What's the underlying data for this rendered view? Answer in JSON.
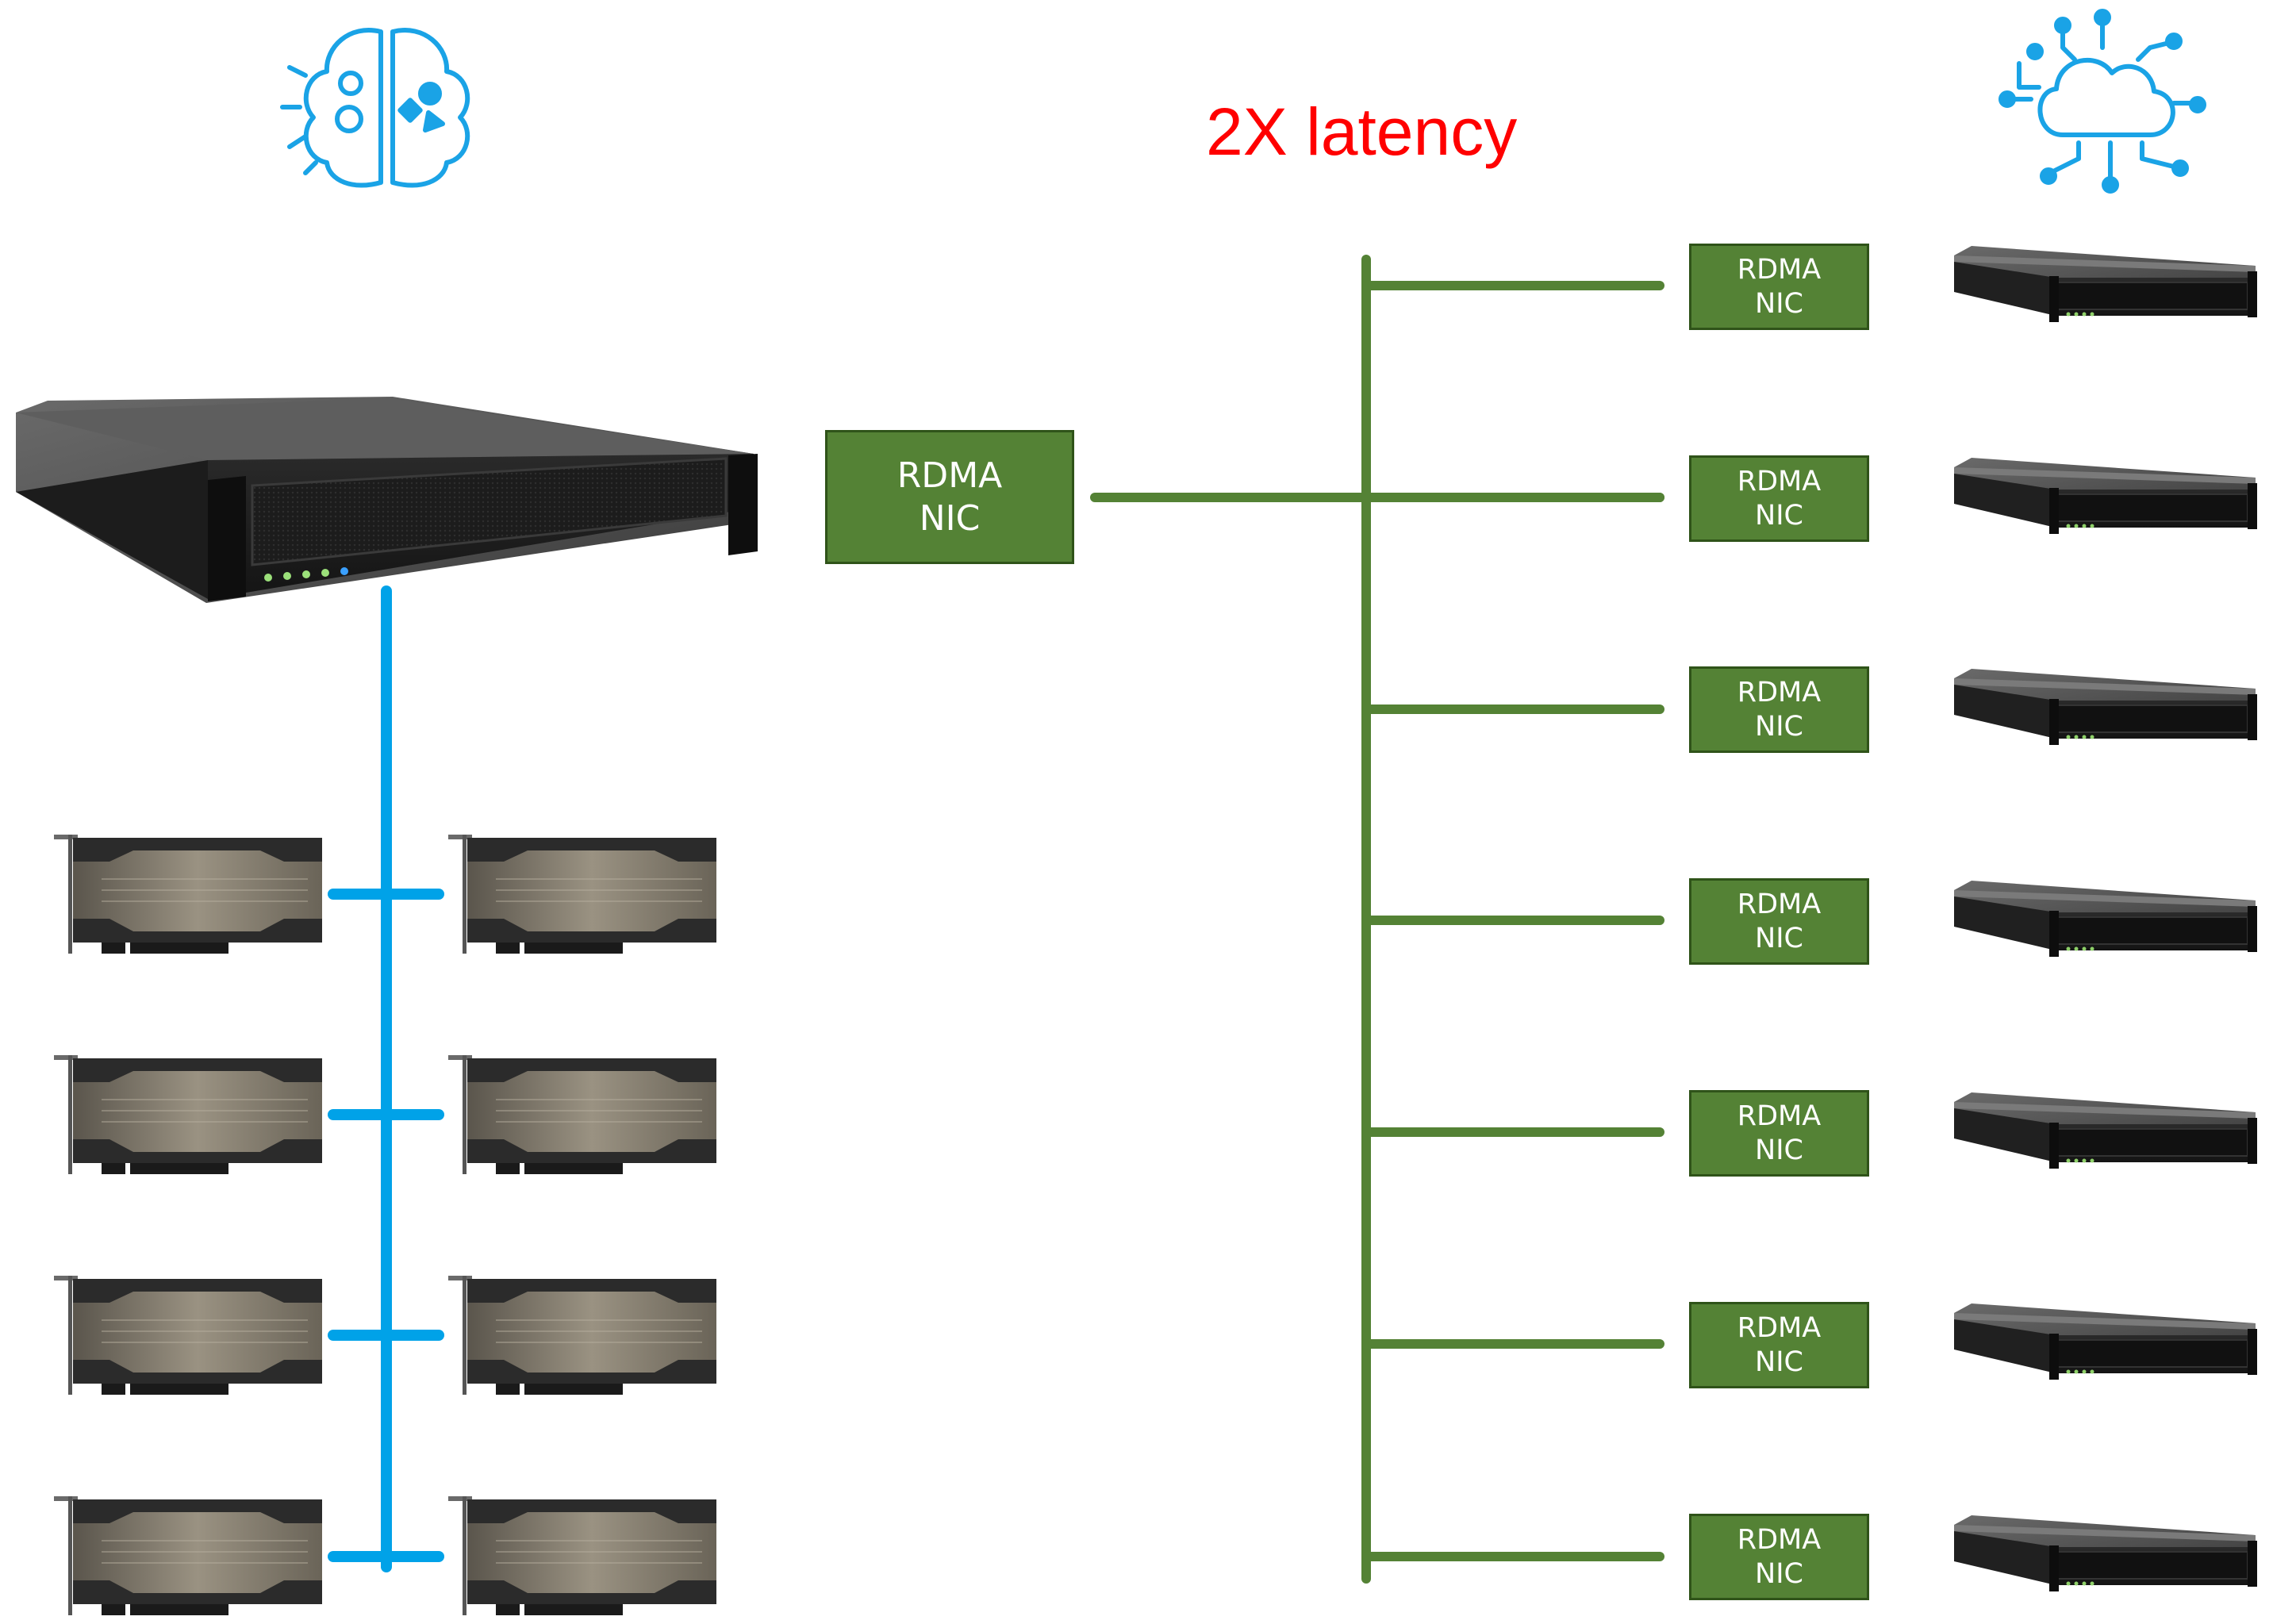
{
  "latency_label": "2X latency",
  "main_nic": {
    "line1": "RDMA",
    "line2": "NIC"
  },
  "remote_nics": [
    {
      "line1": "RDMA",
      "line2": "NIC"
    },
    {
      "line1": "RDMA",
      "line2": "NIC"
    },
    {
      "line1": "RDMA",
      "line2": "NIC"
    },
    {
      "line1": "RDMA",
      "line2": "NIC"
    },
    {
      "line1": "RDMA",
      "line2": "NIC"
    },
    {
      "line1": "RDMA",
      "line2": "NIC"
    },
    {
      "line1": "RDMA",
      "line2": "NIC"
    }
  ],
  "icons": {
    "top_left": "ai-brain-icon",
    "top_right": "cloud-network-icon"
  },
  "colors": {
    "pcie_bus": "#00a2e8",
    "network_bus": "#548235",
    "nic_fill": "#548235",
    "latency_text": "#ff0000"
  }
}
